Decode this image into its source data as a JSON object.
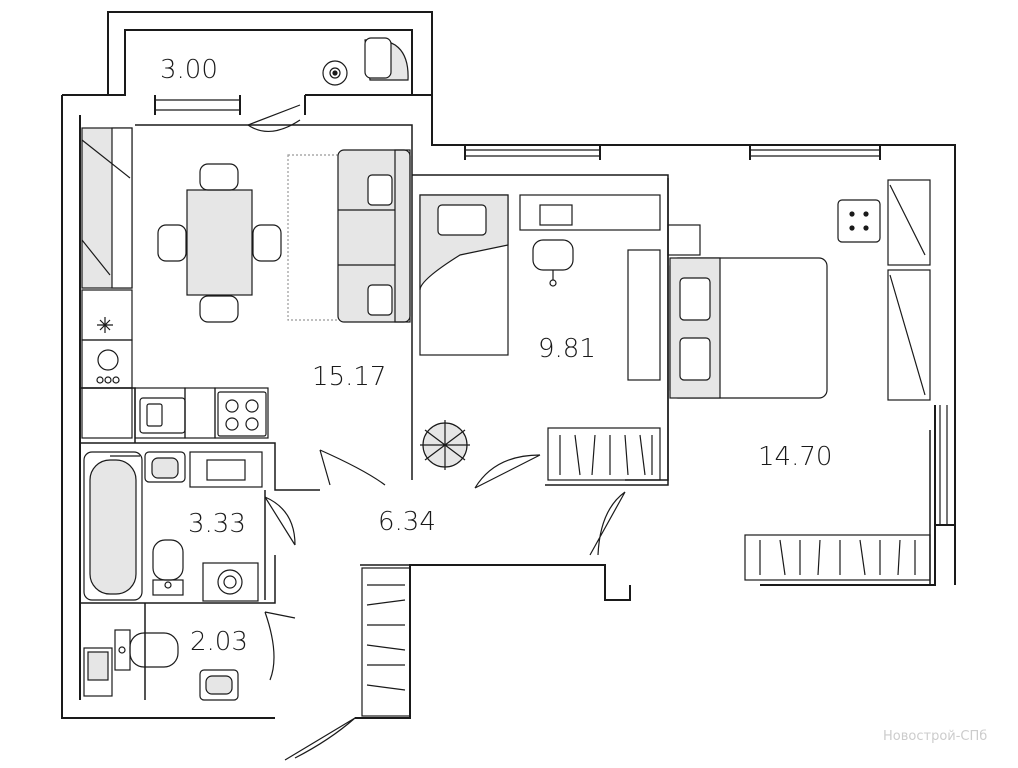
{
  "rooms": {
    "balcony": "3.00",
    "living_kitchen": "15.17",
    "bedroom_small": "9.81",
    "bedroom_large": "14.70",
    "bathroom": "3.33",
    "hallway": "6.34",
    "toilet": "2.03"
  },
  "watermark": "Новострой-СПб",
  "colors": {
    "wall": "#1a1a1a",
    "fill_grey": "#e6e6e6",
    "background": "#ffffff"
  }
}
